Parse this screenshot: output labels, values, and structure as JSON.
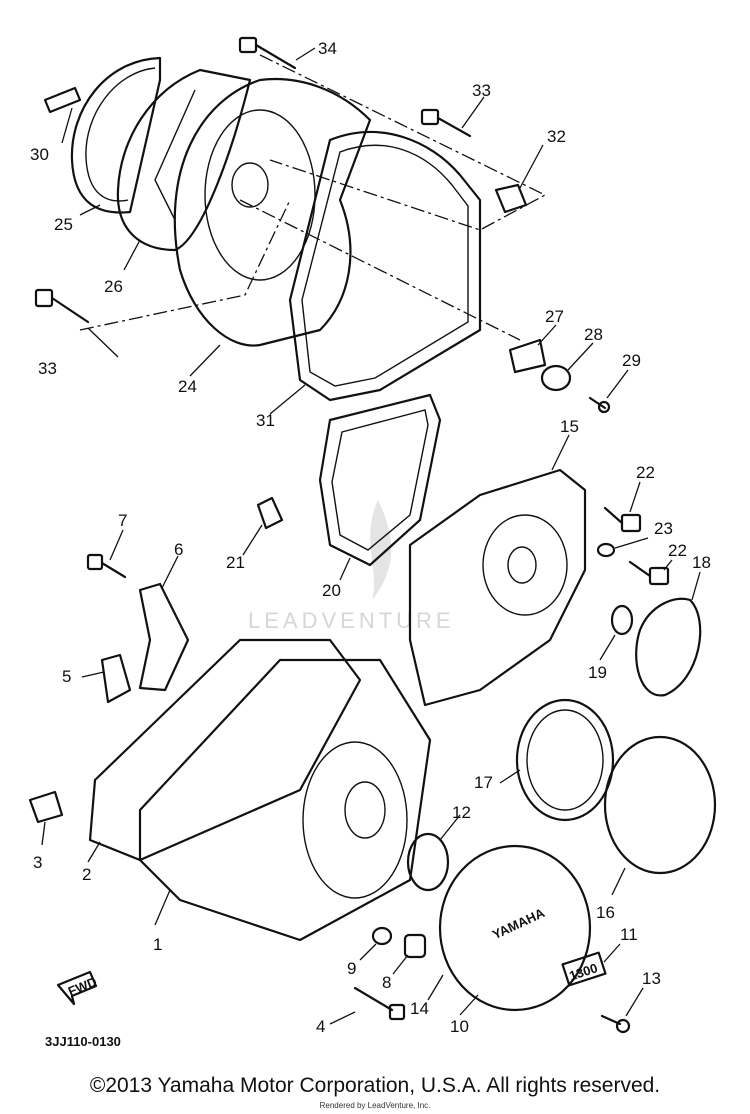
{
  "watermark": "LEADVENTURE",
  "diagram_code": "3JJ110-0130",
  "fwd_label": "FWD",
  "cover_brand": "YAMAHA",
  "badge_text": "1300",
  "copyright": "©2013 Yamaha Motor Corporation, U.S.A. All rights reserved.",
  "rendered_by": "Rendered by LeadVenture, Inc.",
  "callouts": [
    "1",
    "2",
    "3",
    "4",
    "5",
    "6",
    "7",
    "8",
    "9",
    "10",
    "11",
    "12",
    "13",
    "14",
    "15",
    "16",
    "17",
    "18",
    "19",
    "20",
    "21",
    "22",
    "22",
    "23",
    "24",
    "25",
    "26",
    "27",
    "28",
    "29",
    "30",
    "31",
    "32",
    "33",
    "33",
    "34"
  ]
}
